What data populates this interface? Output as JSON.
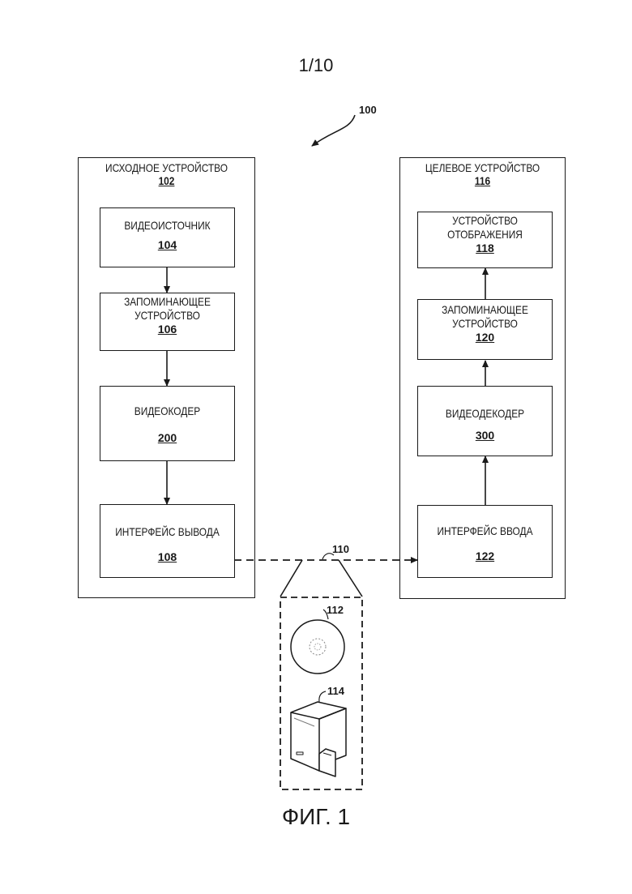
{
  "page_number": "1/10",
  "figure_label": "ФИГ. 1",
  "system": {
    "ref": "100"
  },
  "source_device": {
    "title": "ИСХОДНОЕ УСТРОЙСТВО",
    "ref": "102",
    "video_source": {
      "label": "ВИДЕОИСТОЧНИК",
      "ref": "104"
    },
    "memory": {
      "label_line1": "ЗАПОМИНАЮЩЕЕ",
      "label_line2": "УСТРОЙСТВО",
      "ref": "106"
    },
    "encoder": {
      "label": "ВИДЕОКОДЕР",
      "ref": "200"
    },
    "output_interface": {
      "label": "ИНТЕРФЕЙС ВЫВОДА",
      "ref": "108"
    }
  },
  "target_device": {
    "title": "ЦЕЛЕВОЕ УСТРОЙСТВО",
    "ref": "116",
    "display": {
      "label_line1": "УСТРОЙСТВО",
      "label_line2": "ОТОБРАЖЕНИЯ",
      "ref": "118"
    },
    "memory": {
      "label_line1": "ЗАПОМИНАЮЩЕЕ",
      "label_line2": "УСТРОЙСТВО",
      "ref": "120"
    },
    "decoder": {
      "label": "ВИДЕОДЕКОДЕР",
      "ref": "300"
    },
    "input_interface": {
      "label": "ИНТЕРФЕЙС ВВОДА",
      "ref": "122"
    }
  },
  "channel": {
    "ref": "110"
  },
  "storage_media": {
    "ref": "112"
  },
  "file_server": {
    "ref": "114"
  }
}
